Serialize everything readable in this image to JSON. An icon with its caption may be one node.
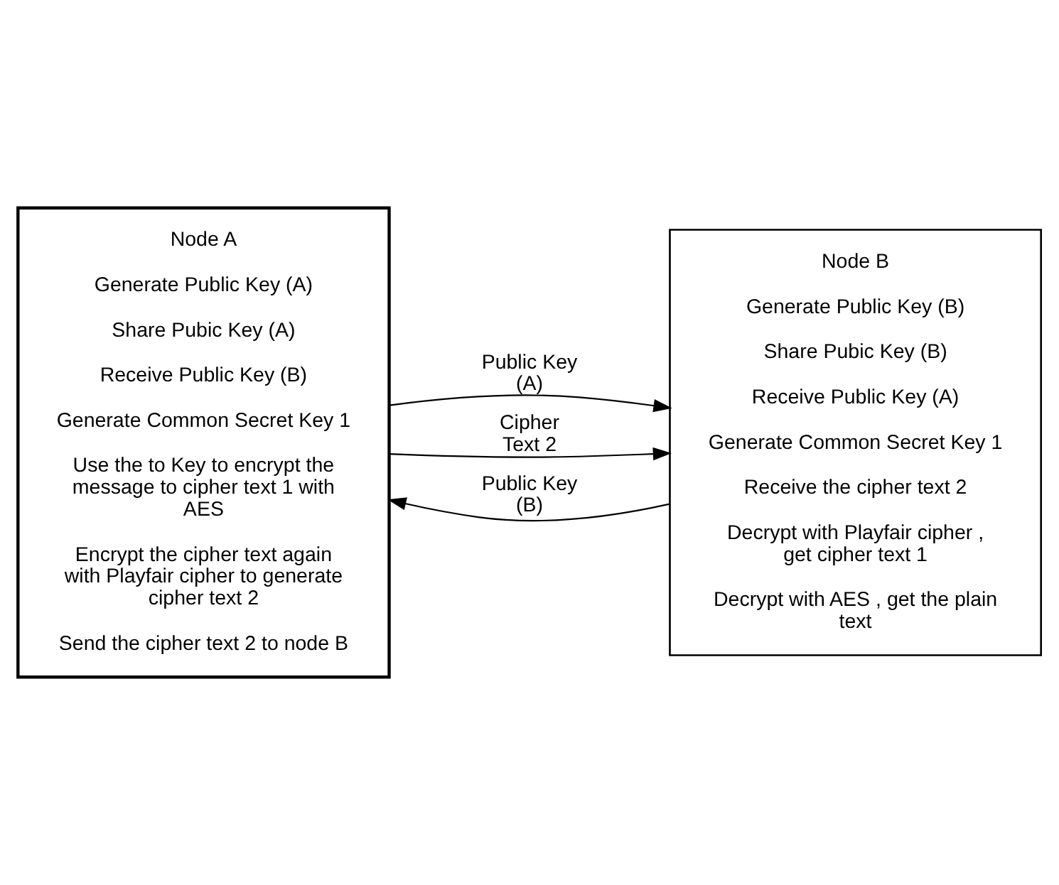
{
  "diagram": {
    "nodes": [
      {
        "text": [
          "Node A",
          "Generate Public Key (A)",
          "Share Pubic Key (A)",
          "Receive Public Key (B)",
          "Generate Common Secret Key 1",
          "Use the to Key to encrypt the message to cipher text 1 with AES",
          "Encrypt the cipher text again with Playfair cipher to generate cipher text 2",
          "Send the cipher text 2 to node B"
        ]
      },
      {
        "text": [
          "Node B",
          "Generate Public Key (B)",
          "Share Pubic Key (B)",
          "Receive Public Key (A)",
          "Generate Common Secret Key 1",
          "Receive the cipher text 2",
          "Decrypt with Playfair cipher , get cipher text 1",
          "Decrypt with AES , get the plain text"
        ]
      }
    ],
    "edges": [
      {
        "from": 0,
        "to": 1,
        "arrow": "to",
        "label": "Public Key (A)"
      },
      {
        "from": 0,
        "to": 1,
        "arrow": "to",
        "label": "Cipher Text 2"
      },
      {
        "from": 1,
        "to": 0,
        "arrow": "to",
        "label": "Public Key (B)"
      }
    ]
  }
}
